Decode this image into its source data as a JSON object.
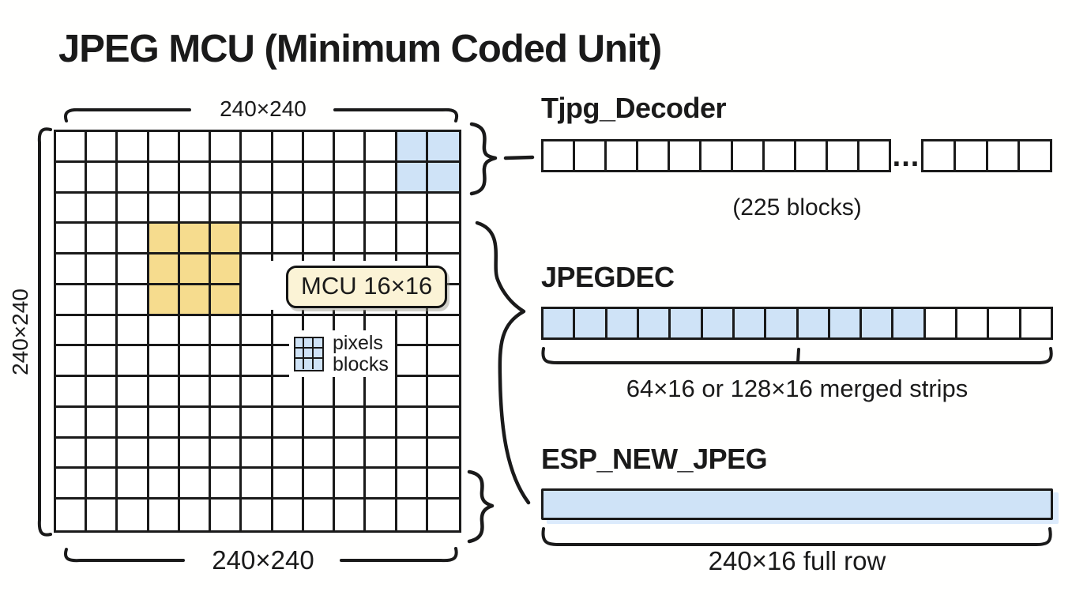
{
  "title": "JPEG MCU (Minimum Coded Unit)",
  "colors": {
    "ink": "#1a1a1a",
    "block_blue": "#cfe3f7",
    "block_yellow": "#f6dc8e",
    "callout_cream": "#fbf3d6"
  },
  "grid": {
    "rows": 13,
    "cols": 13,
    "top_label": "240×240",
    "left_label": "240×240",
    "bottom_label": "240×240",
    "highlights": [
      {
        "name": "decoder-block-blue",
        "color": "blue",
        "row_start": 0,
        "row_end": 1,
        "col_start": 11,
        "col_end": 12
      },
      {
        "name": "mcu-block-yellow",
        "color": "yellow",
        "row_start": 3,
        "row_end": 5,
        "col_start": 3,
        "col_end": 5
      }
    ],
    "callout_label": "MCU 16×16",
    "legend": {
      "line1": "pixels",
      "line2": "blocks"
    }
  },
  "panels": {
    "tjpg": {
      "heading": "Tjpg_Decoder",
      "blocks_before": 11,
      "ellipsis": "...",
      "blocks_after": 4,
      "caption": "(225 blocks)"
    },
    "jpegdec": {
      "heading": "JPEGDEC",
      "filled_blocks": 12,
      "empty_blocks": 4,
      "caption": "64×16 or 128×16 merged strips"
    },
    "esp": {
      "heading": "ESP_NEW_JPEG",
      "caption": "240×16 full row"
    }
  }
}
